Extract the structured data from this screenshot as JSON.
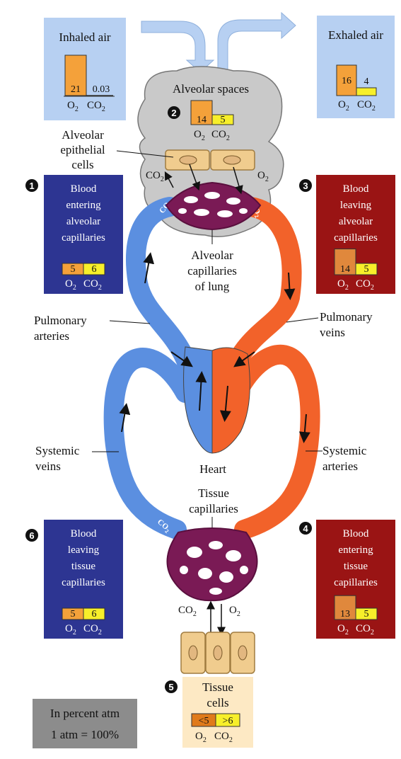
{
  "title": "",
  "gas_labels": {
    "o2": "O",
    "co2": "CO",
    "sub": "2"
  },
  "inhaled": {
    "label": "Inhaled air",
    "o2": "21",
    "co2": "0.03"
  },
  "exhaled": {
    "label": "Exhaled air",
    "o2": "16",
    "co2": "4"
  },
  "alveolar_spaces": {
    "label": "Alveolar spaces",
    "step": "2",
    "o2": "14",
    "co2": "5"
  },
  "epithelial_label": [
    "Alveolar",
    "epithelial",
    "cells"
  ],
  "capillary_label": [
    "Alveolar",
    "capillaries",
    "of lung"
  ],
  "pulmonary_arteries": [
    "Pulmonary",
    "arteries"
  ],
  "pulmonary_veins": [
    "Pulmonary",
    "veins"
  ],
  "systemic_veins": [
    "Systemic",
    "veins"
  ],
  "systemic_arteries": [
    "Systemic",
    "arteries"
  ],
  "heart": "Heart",
  "tissue_capillaries": [
    "Tissue",
    "capillaries"
  ],
  "boxes": [
    {
      "step": "1",
      "lines": [
        "Blood",
        "entering",
        "alveolar",
        "capillaries"
      ],
      "o2": "5",
      "co2": "6",
      "color": "#2d3592"
    },
    {
      "step": "3",
      "lines": [
        "Blood",
        "leaving",
        "alveolar",
        "capillaries"
      ],
      "o2": "14",
      "co2": "5",
      "color": "#9a1414"
    },
    {
      "step": "6",
      "lines": [
        "Blood",
        "leaving",
        "tissue",
        "capillaries"
      ],
      "o2": "5",
      "co2": "6",
      "color": "#2d3592"
    },
    {
      "step": "4",
      "lines": [
        "Blood",
        "entering",
        "tissue",
        "capillaries"
      ],
      "o2": "13",
      "co2": "5",
      "color": "#9a1414"
    }
  ],
  "tissue_cells": {
    "step": "5",
    "lines": [
      "Tissue",
      "cells"
    ],
    "o2": "<5",
    "co2": ">6"
  },
  "legend": [
    "In percent atm",
    "1 atm = 100%"
  ],
  "colors": {
    "deoxy_blood": "#5b8fe0",
    "oxy_blood": "#f2622a",
    "capillary": "#7a1a55",
    "air_box": "#b7d0f2",
    "bar_o2": "#f4a13a",
    "bar_co2": "#f7ef2a"
  }
}
